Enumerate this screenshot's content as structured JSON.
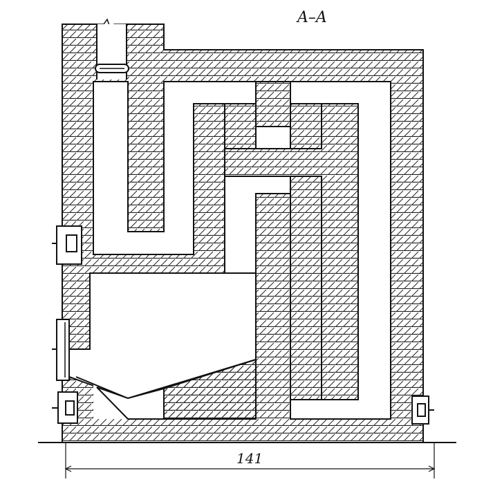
{
  "section_label": "A–A",
  "dimension_label": "141",
  "colors": {
    "line": "#111111",
    "hatch": "#222222",
    "background": "#ffffff"
  },
  "components": [
    "masonry-hatching",
    "smoke-channel",
    "chimney",
    "smoke-damper",
    "cleanout-door",
    "fuel-door",
    "ash-door",
    "firebox",
    "grate",
    "dimension-line"
  ]
}
